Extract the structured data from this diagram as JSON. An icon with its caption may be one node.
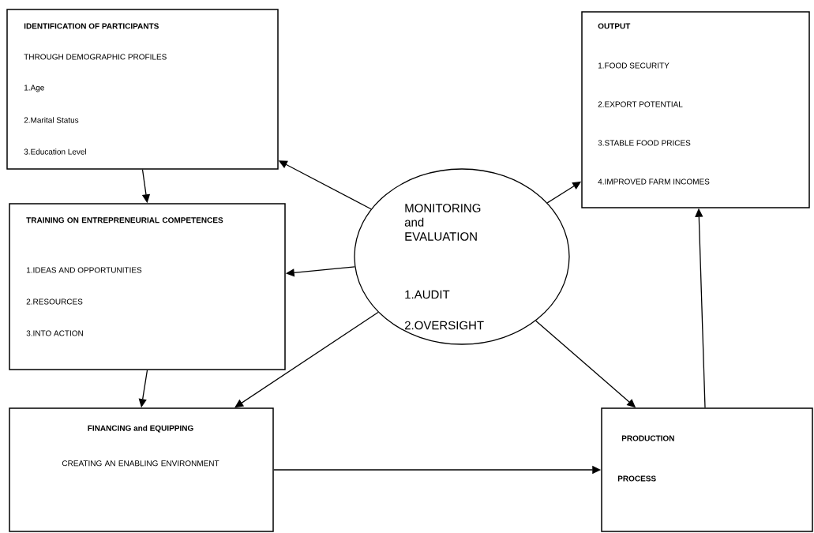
{
  "diagram": {
    "nodes": [
      {
        "text": [
          "IDENTIFICATION OF PARTICIPANTS",
          "THROUGH DEMOGRAPHIC PROFILES",
          "1.Age",
          "2.Marital Status",
          "3.Education Level"
        ]
      },
      {
        "text": [
          "TRAINING ON ENTREPRENEURIAL COMPETENCES",
          "1.IDEAS AND OPPORTUNITIES",
          "2.RESOURCES",
          "3.INTO ACTION"
        ]
      },
      {
        "text": [
          "FINANCING and EQUIPPING",
          "CREATING AN ENABLING ENVIRONMENT"
        ]
      },
      {
        "text": [
          "MONITORING and EVALUATION",
          "1.AUDIT",
          "2.OVERSIGHT"
        ]
      },
      {
        "text": [
          "OUTPUT",
          "1.FOOD SECURITY",
          "2.EXPORT POTENTIAL",
          "3.STABLE FOOD PRICES",
          "4.IMPROVED FARM INCOMES"
        ]
      },
      {
        "text": [
          "PRODUCTION",
          "PROCESS"
        ]
      }
    ],
    "edges": [
      {
        "from": 0,
        "to": 1,
        "arrow": "to"
      },
      {
        "from": 1,
        "to": 2,
        "arrow": "to"
      },
      {
        "from": 2,
        "to": 5,
        "arrow": "to"
      },
      {
        "from": 3,
        "to": 0,
        "arrow": "to"
      },
      {
        "from": 3,
        "to": 1,
        "arrow": "to"
      },
      {
        "from": 3,
        "to": 2,
        "arrow": "to"
      },
      {
        "from": 3,
        "to": 5,
        "arrow": "to"
      },
      {
        "from": 3,
        "to": 4,
        "arrow": "to"
      },
      {
        "from": 5,
        "to": 4,
        "arrow": "to"
      }
    ]
  }
}
